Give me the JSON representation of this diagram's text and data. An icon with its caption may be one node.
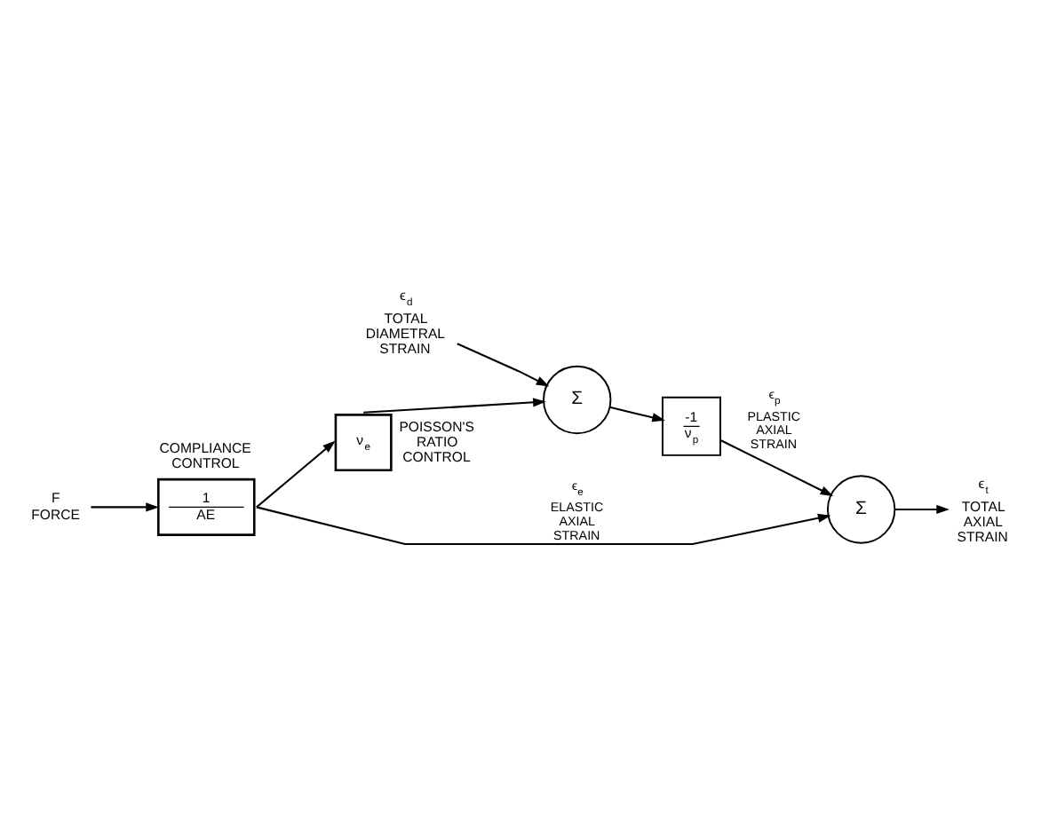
{
  "diagram": {
    "nodes": [
      {
        "text": [
          "F",
          "FORCE"
        ]
      },
      {
        "text": [
          "1",
          "AE"
        ],
        "beside": [
          "COMPLIANCE CONTROL"
        ]
      },
      {
        "text": [
          "ν$_{e}$"
        ],
        "beside": [
          "POISSON'S RATIO CONTROL"
        ]
      },
      {
        "text": [
          "ϵ$_{d}$",
          "TOTAL DIAMETRAL STRAIN"
        ]
      },
      {
        "text": [
          "Σ"
        ]
      },
      {
        "text": [
          "-1",
          "ν$_{p}$"
        ]
      },
      {
        "text": [
          "Σ"
        ]
      },
      {
        "text": [
          "ϵ$_{t}$",
          "TOTAL AXIAL STRAIN"
        ]
      }
    ],
    "edges": [
      {
        "from": 0,
        "to": 1,
        "arrow": "to"
      },
      {
        "from": 1,
        "to": 2,
        "arrow": "to"
      },
      {
        "from": 1,
        "to": 6,
        "arrow": "to",
        "label": "ϵ$_{e}$ ELASTIC AXIAL STRAIN"
      },
      {
        "from": 2,
        "to": 4,
        "arrow": "to"
      },
      {
        "from": 3,
        "to": 4,
        "arrow": "to"
      },
      {
        "from": 4,
        "to": 5,
        "arrow": "to"
      },
      {
        "from": 5,
        "to": 6,
        "arrow": "to",
        "label": "ϵ$_{p}$ PLASTIC AXIAL STRAIN"
      },
      {
        "from": 6,
        "to": 7,
        "arrow": "to"
      }
    ]
  }
}
